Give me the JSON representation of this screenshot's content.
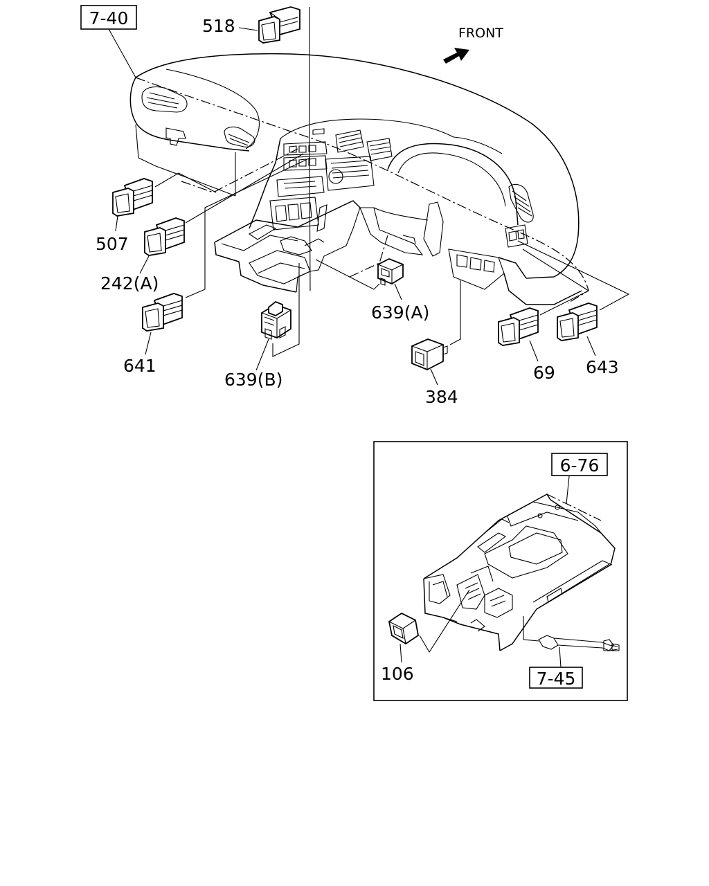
{
  "diagram": {
    "front_label": "FRONT",
    "refs": {
      "main_ref": "7-40",
      "console_ref": "6-76",
      "wire_ref": "7-45"
    },
    "parts": {
      "p518": "518",
      "p507": "507",
      "p242a": "242(A)",
      "p641": "641",
      "p639b": "639(B)",
      "p639a": "639(A)",
      "p384": "384",
      "p69": "69",
      "p643": "643",
      "p106": "106"
    }
  }
}
